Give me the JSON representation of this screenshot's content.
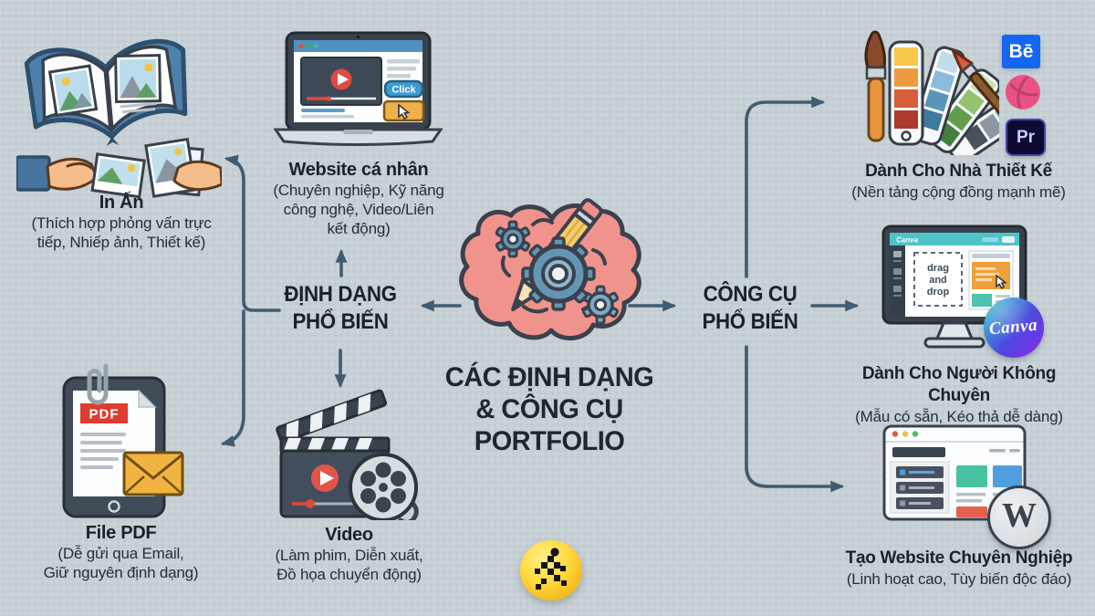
{
  "palette": {
    "background": "#c6d0d5",
    "connector": "#3f5c73",
    "title_text": "#20262d",
    "brain_pink": "#f0938d",
    "gear_blue": "#6496b4",
    "behance_blue": "#1467f2",
    "dribbble_pink": "#ea5287",
    "premiere_bg": "#0e0b33",
    "canva_teal": "#2bc5cf",
    "canva_purple": "#8729e8",
    "logo_yellow": "#ffd83a",
    "pdf_red": "#dc3d31",
    "envelope_yellow": "#f2b440"
  },
  "center": {
    "title_lines": [
      "CÁC ĐỊNH DẠNG",
      "& CÔNG CỤ",
      "PORTFOLIO"
    ]
  },
  "hubs": {
    "formats": {
      "lines": [
        "ĐỊNH DẠNG",
        "PHỔ BIẾN"
      ]
    },
    "tools": {
      "lines": [
        "CÔNG CỤ",
        "PHỔ BIẾN"
      ]
    }
  },
  "nodes": {
    "print": {
      "title": "In Ấn",
      "desc": [
        "(Thích hợp phỏng vấn trực",
        "tiếp, Nhiếp ảnh, Thiết kế)"
      ]
    },
    "website": {
      "title": "Website cá nhân",
      "desc": [
        "(Chuyên nghiệp, Kỹ năng",
        "công nghệ, Video/Liên",
        "kết động)"
      ]
    },
    "pdf": {
      "title": "File PDF",
      "desc": [
        "(Dễ gửi qua Email,",
        "Giữ nguyên định dạng)"
      ]
    },
    "video": {
      "title": "Video",
      "desc": [
        "(Làm phim, Diễn xuất,",
        "Đồ họa chuyển động)"
      ]
    },
    "designer": {
      "title": "Dành Cho Nhà Thiết Kế",
      "desc": [
        "(Nền tảng cộng đồng mạnh mẽ)"
      ]
    },
    "nonpro": {
      "title": "Dành Cho Người Không Chuyên",
      "desc": [
        "(Mẫu có sẵn, Kéo thả dễ dàng)"
      ]
    },
    "prosite": {
      "title": "Tạo Website Chuyên Nghiệp",
      "desc": [
        "(Linh hoạt cao, Tùy biến độc đáo)"
      ]
    }
  },
  "illustrations": {
    "laptop_click_label": "Click",
    "pdf_label": "PDF",
    "canva_appbar": "Canva",
    "canva_drag_lines": [
      "drag",
      "and",
      "drop"
    ],
    "canva_logo": "Canva",
    "behance": "Bē",
    "premiere": "Pr",
    "wordpress_w": "W"
  }
}
